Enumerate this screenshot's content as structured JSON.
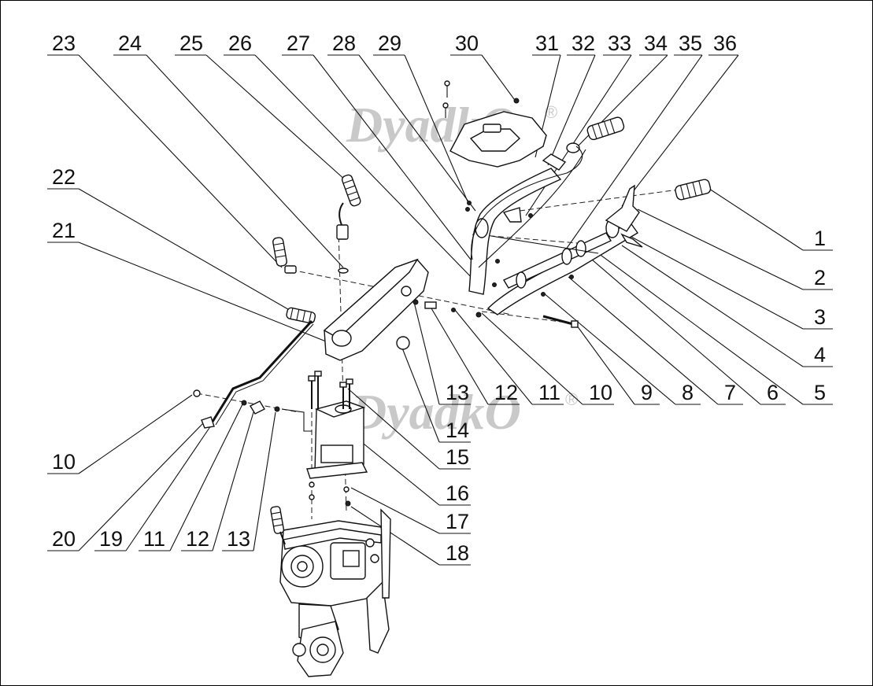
{
  "watermark": {
    "text": "DyadkO",
    "registered": "®"
  },
  "callouts": [
    "1",
    "2",
    "3",
    "4",
    "5",
    "6",
    "7",
    "8",
    "9",
    "10",
    "11",
    "12",
    "13",
    "14",
    "15",
    "16",
    "17",
    "18",
    "19",
    "20",
    "21",
    "22",
    "23",
    "24",
    "25",
    "26",
    "27",
    "28",
    "29",
    "30",
    "31",
    "32",
    "33",
    "34",
    "35",
    "36"
  ],
  "left_callouts": [
    "10",
    "19",
    "11",
    "12",
    "13",
    "20"
  ]
}
